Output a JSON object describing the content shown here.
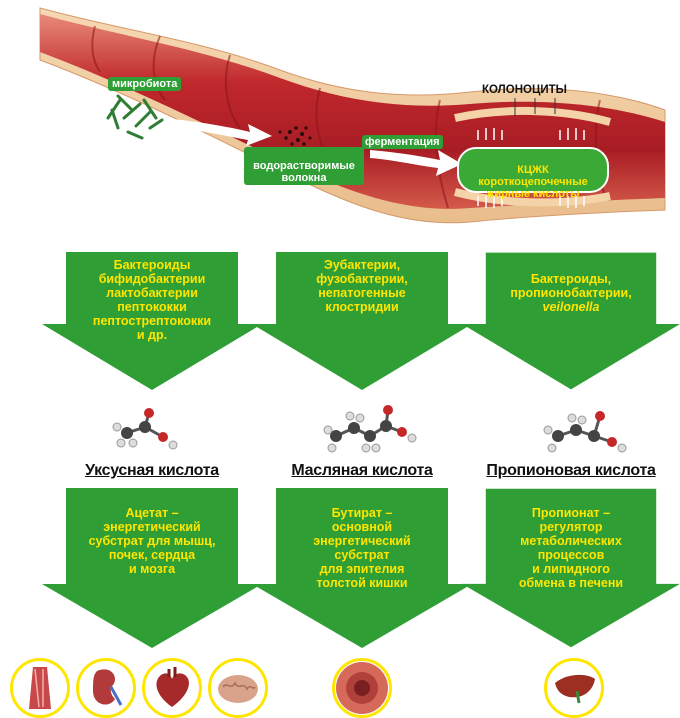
{
  "intestine": {
    "microbiota": "микробиота",
    "fibers": "водорастворимые\nволокна",
    "fermentation": "ферментация",
    "colonocytes": "КОЛОНОЦИТЫ",
    "scfa": "КЦЖК\nкороткоцепочечные\nжирные кислоты"
  },
  "columns": [
    {
      "bacteria": "Бактероиды\nбифидобактерии\nлактобактерии\nпептококки\nпептострептококки\nи др.",
      "acid": "Уксусная кислота",
      "role": "Ацетат –\nэнергетический\nсубстрат для мышц,\nпочек, сердца\nи мозга",
      "organs": [
        "muscle-icon",
        "kidney-icon",
        "heart-icon",
        "brain-icon"
      ]
    },
    {
      "bacteria": "Эубактерии,\nфузобактерии,\nнепатогенные\nклостридии",
      "acid": "Масляная кислота",
      "role": "Бутират –\nосновной\nэнергетический\nсубстрат\nдля эпителия\nтолстой кишки",
      "organs": [
        "colon-icon"
      ]
    },
    {
      "bacteria_main": "Бактероиды,\nпропионобактерии,",
      "bacteria_italic": "veilonella",
      "acid": "Пропионовая кислота",
      "role": "Пропионат –\nрегулятор\nметаболических\nпроцессов\nи липидного\nобмена в печени",
      "organs": [
        "liver-icon"
      ]
    }
  ],
  "colors": {
    "arrow_green": "#2e9e35",
    "text_yellow": "#ffe600",
    "intestine_red": "#c0282c"
  }
}
